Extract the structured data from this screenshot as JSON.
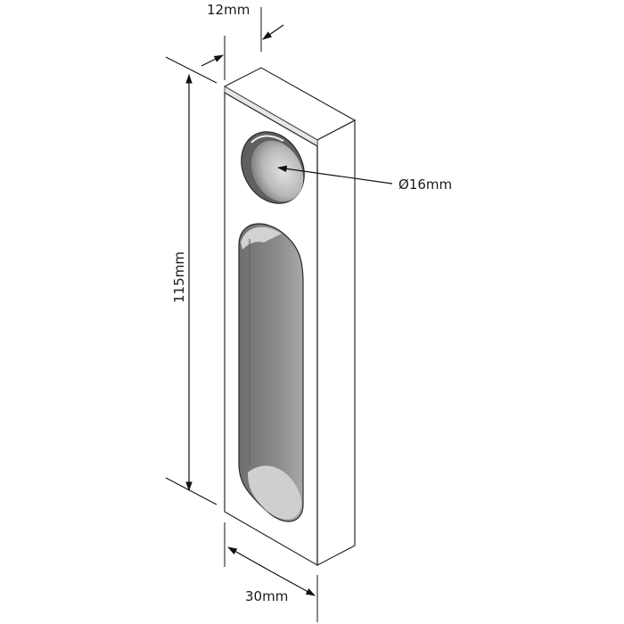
{
  "dimensions": {
    "thickness": "12mm",
    "length": "115mm",
    "hole_diameter": "Ø16mm",
    "width": "30mm"
  },
  "colors": {
    "front_face": "#838383",
    "side_face": "#9c9c9c",
    "top_face": "#c9c9c9",
    "hole_inner_light": "#d8d8d8",
    "hole_inner_dark": "#6f6f6f",
    "slot_inner": "#7a7a7a",
    "line": "#111111"
  }
}
